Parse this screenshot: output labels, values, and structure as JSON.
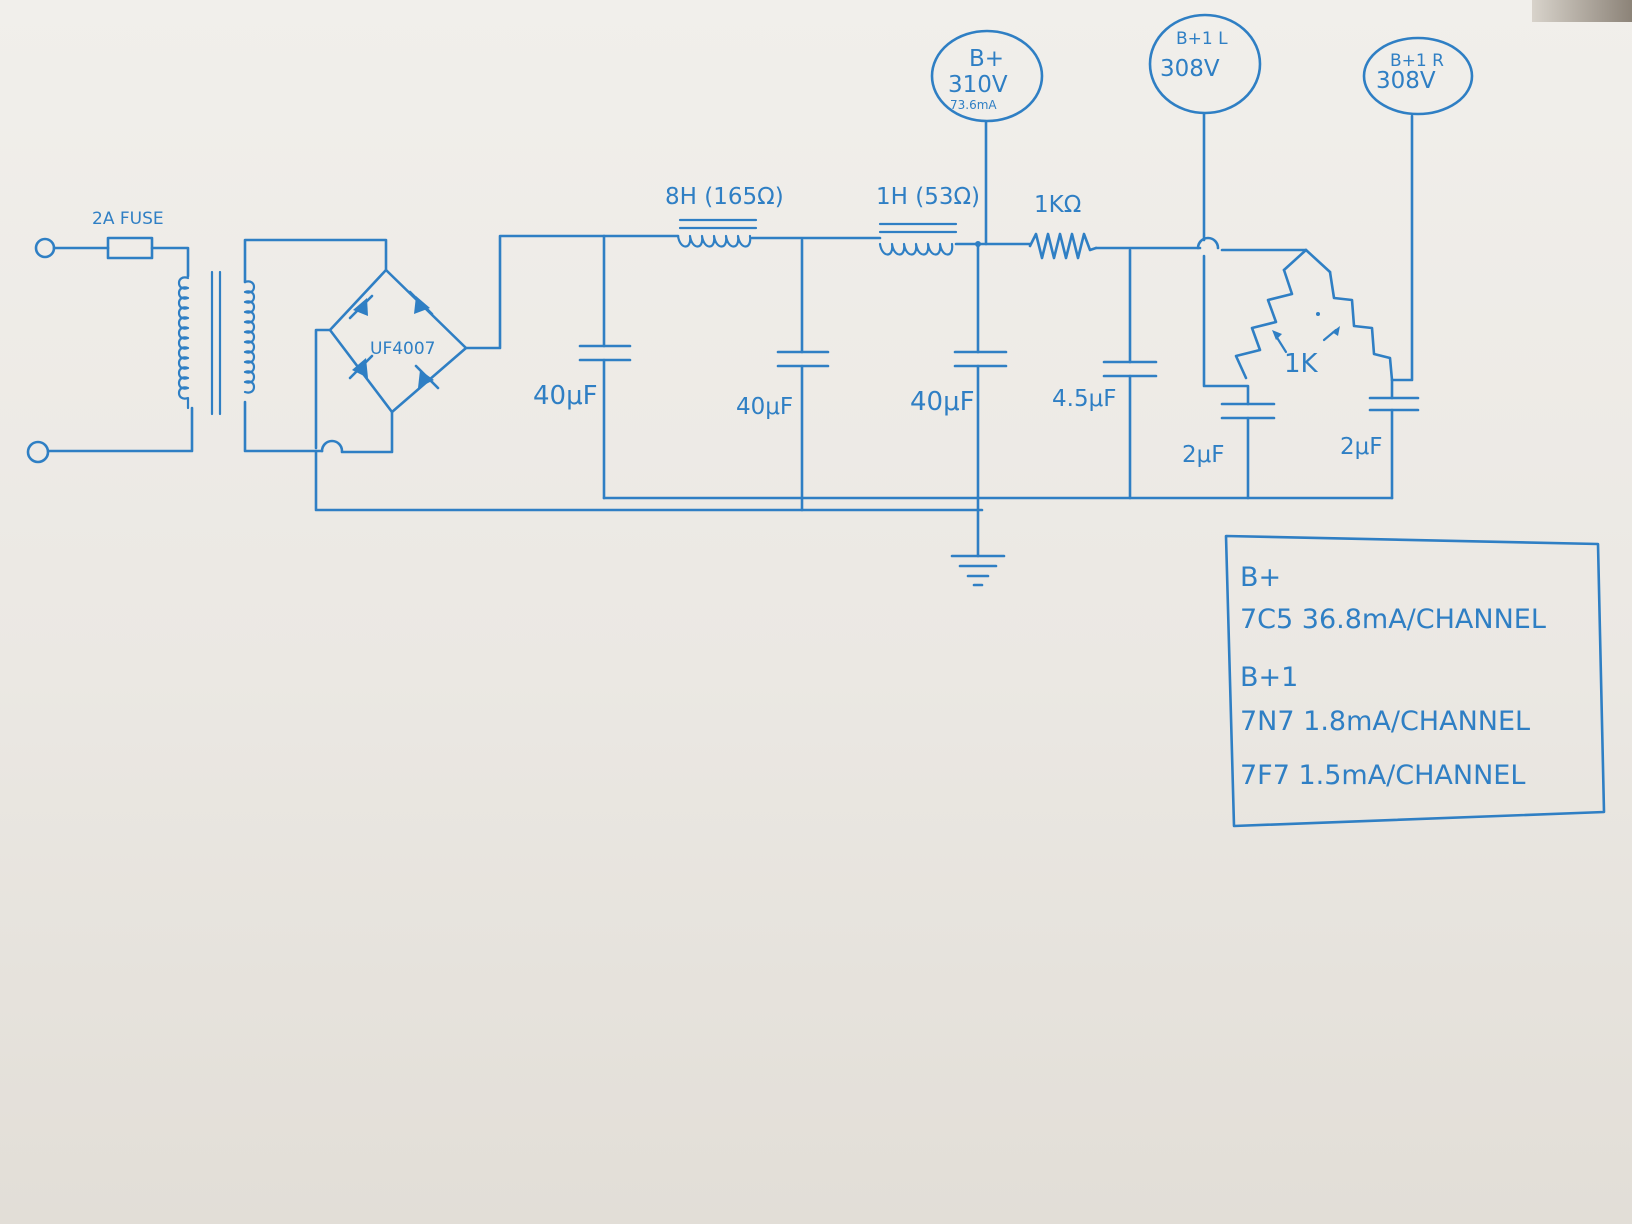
{
  "labels": {
    "fuse": "2A FUSE",
    "rectifier": "UF4007",
    "choke1": "8H (165Ω)",
    "choke2": "1H (53Ω)",
    "resistor1": "1KΩ",
    "pot": "1K",
    "cap1": "40μF",
    "cap2": "40μF",
    "cap3": "40μF",
    "cap4": "4.5μF",
    "cap5": "2μF",
    "cap6": "2μF"
  },
  "nodes": {
    "bplus": {
      "line1": "B+",
      "line2": "310V",
      "line3": "73.6mA"
    },
    "bplus1_left": {
      "line1": "B+1 L",
      "line2": "308V"
    },
    "bplus1_right": {
      "line1": "B+1 R",
      "line2": "308V"
    }
  },
  "legend": {
    "lines": [
      "B+",
      "7C5  36.8mA/CHANNEL",
      "B+1",
      "7N7  1.8mA/CHANNEL",
      "7F7  1.5mA/CHANNEL"
    ]
  },
  "colors": {
    "ink": "#2f7fc4",
    "paper": "#efece7"
  }
}
